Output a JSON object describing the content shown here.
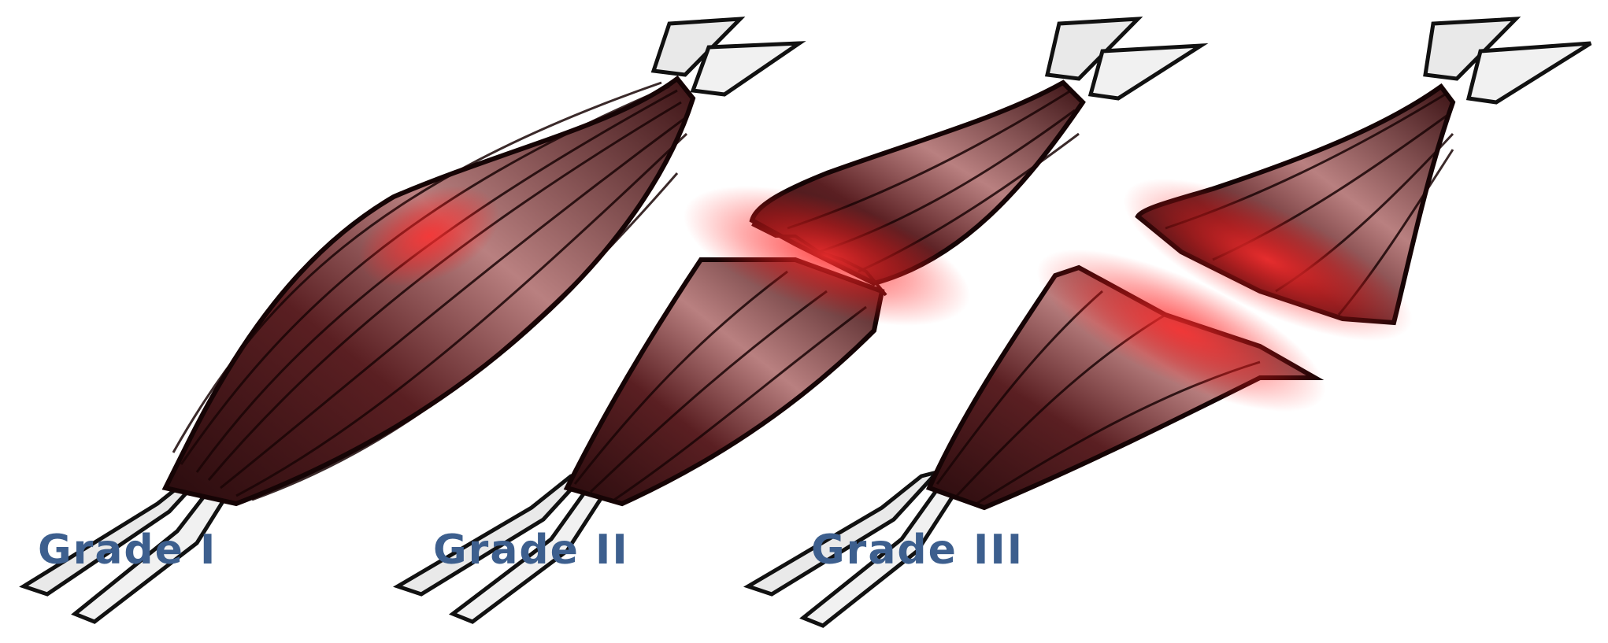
{
  "diagram": {
    "panels": [
      {
        "label": "Grade I",
        "tear_severity": "mild strain",
        "icon": "intact-muscle-icon"
      },
      {
        "label": "Grade II",
        "tear_severity": "partial tear",
        "icon": "partial-tear-muscle-icon"
      },
      {
        "label": "Grade III",
        "tear_severity": "complete rupture",
        "icon": "ruptured-muscle-icon"
      }
    ],
    "colors": {
      "background": "#ffffff",
      "label": "#3d5f8e",
      "muscle_dark": "#2a0c0e",
      "muscle_mid": "#6b2a2d",
      "muscle_light": "#c98a8a",
      "tendon": "#e6e6e6",
      "injury_glow": "#ff1a1a"
    }
  }
}
